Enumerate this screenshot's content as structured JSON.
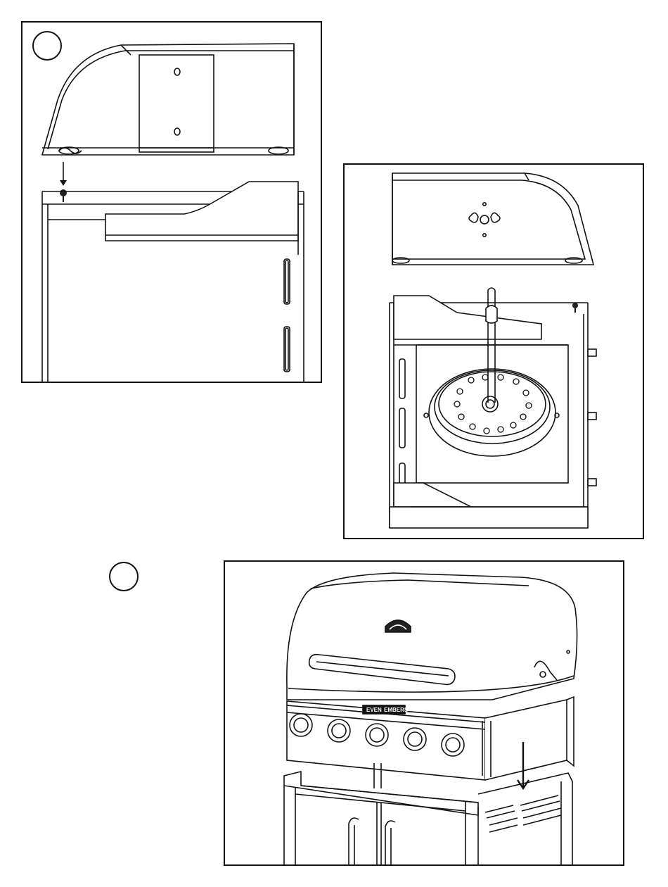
{
  "step_markers": [
    "",
    ""
  ],
  "grill": {
    "brand_left": "EVEN",
    "brand_right": "EMBERS",
    "knob_count": 5
  }
}
